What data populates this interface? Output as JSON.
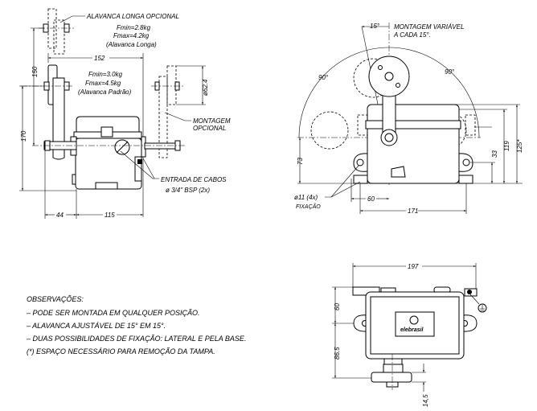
{
  "side_view": {
    "long_lever_label": "ALAVANCA LONGA OPCIONAL",
    "long_fmin": "Fmin=2.8kg",
    "long_fmax": "Fmax=4.2kg",
    "long_name": "(Alavanca Longa)",
    "std_fmin": "Fmin=3.0kg",
    "std_fmax": "Fmax=4.5kg",
    "std_name": "(Alavanca Padrão)",
    "optional_mount_line1": "MONTAGEM",
    "optional_mount_line2": "OPCIONAL",
    "cable_entry_line1": "ENTRADA DE CABOS",
    "cable_entry_line2": "ø 3/4\" BSP (2x)",
    "dim_152": "152",
    "dim_150": "150",
    "dim_170": "170",
    "dim_62_4": "ø62.4",
    "dim_44": "44",
    "dim_115": "115"
  },
  "front_view": {
    "angle_15": "15°",
    "variable_mount_line1": "MONTAGEM VARIÁVEL",
    "variable_mount_line2": "A CADA 15°.",
    "angle_left": "90°",
    "angle_right": "90°",
    "dim_73": "73",
    "dim_33": "33",
    "dim_119": "119",
    "dim_125": "125*",
    "dim_60": "60",
    "dim_171": "171",
    "fixing_line1": "ø11 (4x)",
    "fixing_line2": "FIXAÇÃO"
  },
  "top_view": {
    "dim_197": "197",
    "dim_60": "60",
    "dim_86_5": "86.5",
    "dim_14_5": "14,5",
    "logo": "elebrasil"
  },
  "notes": {
    "title": "OBSERVAÇÕES:",
    "items": [
      "– PODE SER MONTADA EM QUALQUER POSIÇÃO.",
      "– ALAVANCA AJUSTÁVEL DE 15° EM 15°.",
      "– DUAS POSSIBILIDADES DE FIXAÇÃO: LATERAL E PELA BASE.",
      "(*) ESPAÇO NECESSÁRIO PARA REMOÇÃO DA TAMPA."
    ]
  }
}
